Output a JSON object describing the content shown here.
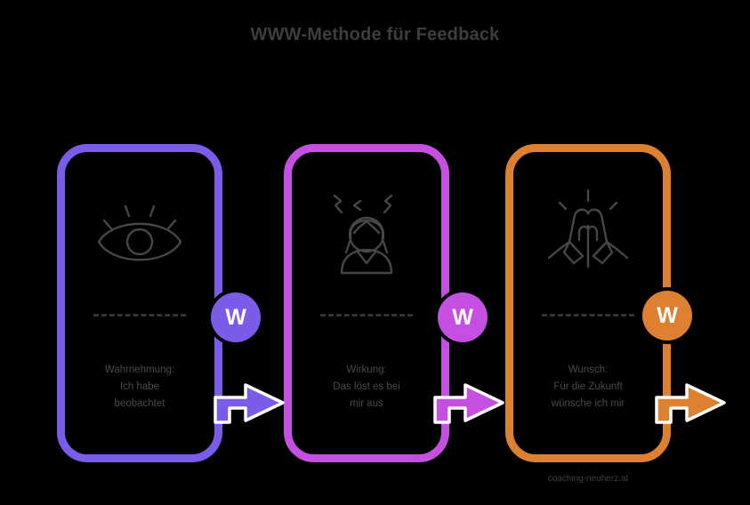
{
  "header": {
    "title": "WWW-Methode für Feedback"
  },
  "colors": {
    "background": "#000000",
    "title_text": "#3d3d3d",
    "body_text": "#4a4a4a",
    "icon_stroke": "#464646",
    "divider": "#333333",
    "badge_text": "#ffffff",
    "step_1": "#7B5CE8",
    "step_2": "#C44FE0",
    "step_3": "#DD8030"
  },
  "steps": [
    {
      "badge_letter": "W",
      "icon": "eye-icon",
      "color": "#7B5CE8",
      "heading": "Wahrnehmung:",
      "line2": "Ich habe",
      "line3": "beobachtet"
    },
    {
      "badge_letter": "W",
      "icon": "stressed-person-icon",
      "color": "#C44FE0",
      "heading": "Wirkung:",
      "line2": "Das löst es bei",
      "line3": "mir aus"
    },
    {
      "badge_letter": "W",
      "icon": "praying-hands-icon",
      "color": "#DD8030",
      "heading": "Wunsch:",
      "line2": "Für die Zukunft",
      "line3": "wünsche ich mir"
    }
  ],
  "arrows": [
    {
      "name": "arrow-step1-to-step2",
      "color": "#7B5CE8"
    },
    {
      "name": "arrow-step2-to-step3",
      "color": "#C44FE0"
    },
    {
      "name": "arrow-step3-outward",
      "color": "#DD8030"
    }
  ],
  "footer": {
    "credit": "coaching-neuherz.at"
  }
}
